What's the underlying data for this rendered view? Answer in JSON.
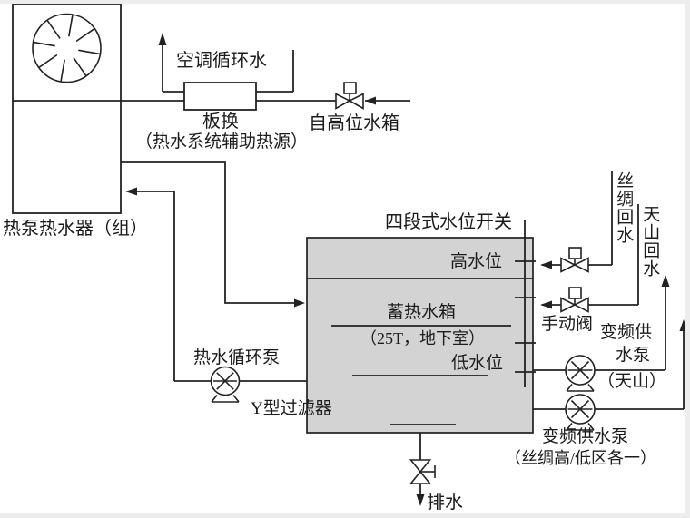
{
  "colors": {
    "line": "#222222",
    "tank_fill": "#d3d3d3",
    "background": "#ffffff",
    "scan_edge": "#ededed"
  },
  "heat_pump_unit": {
    "label": "热泵热水器（组）"
  },
  "aux_heat_loop": {
    "ac_water_label": "空调循环水",
    "plate_hx_label": "板换",
    "plate_hx_note": "（热水系统辅助热源）",
    "inlet_label": "自高位水箱"
  },
  "storage_tank": {
    "level_switch_label": "四段式水位开关",
    "high_level_label": "高水位",
    "name": "蓄热水箱",
    "location_note": "（25T，地下室）",
    "low_level_label": "低水位"
  },
  "return_lines": {
    "silk_label": "丝绸回水",
    "tianshan_label": "天山回水",
    "manual_valve_label": "手动阀"
  },
  "pumps": {
    "circulation_pump_label": "热水循环泵",
    "y_filter_label": "Y型过滤器",
    "vf_pump_tianshan_label_line1": "变频供",
    "vf_pump_tianshan_label_line2": "水泵",
    "vf_pump_tianshan_note": "（天山）",
    "vf_pump_silk_label": "变频供水泵",
    "vf_pump_silk_note": "（丝绸高/低区各一）"
  },
  "drain": {
    "label": "排水"
  }
}
